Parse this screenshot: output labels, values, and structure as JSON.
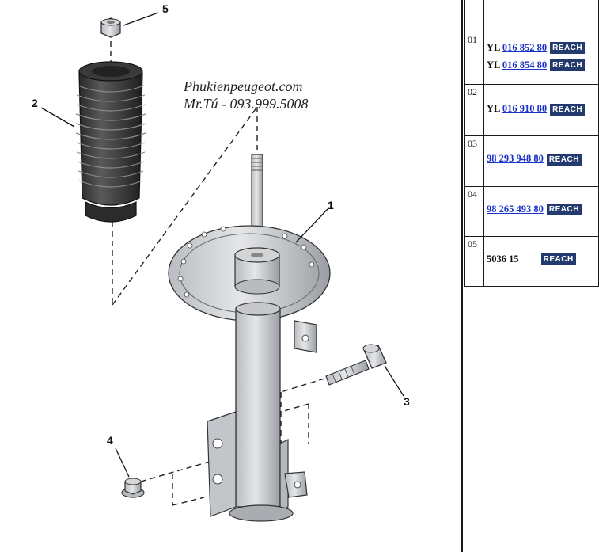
{
  "watermark": {
    "site": "Phukienpeugeot.com",
    "contact": "Mr.Tú - 093.999.5008"
  },
  "callouts": [
    "5",
    "2",
    "1",
    "3",
    "4"
  ],
  "parts": [
    {
      "index": "01",
      "lines": [
        {
          "prefix": "YL",
          "ref": "016 852 80",
          "badge": "REACH",
          "link": true
        },
        {
          "prefix": "YL",
          "ref": "016 854 80",
          "badge": "REACH",
          "link": true
        }
      ]
    },
    {
      "index": "02",
      "lines": [
        {
          "prefix": "YL",
          "ref": "016 910 80",
          "badge": "REACH",
          "link": true
        }
      ]
    },
    {
      "index": "03",
      "lines": [
        {
          "prefix": "",
          "ref": "98 293 948 80",
          "badge": "REACH",
          "link": true
        }
      ]
    },
    {
      "index": "04",
      "lines": [
        {
          "prefix": "",
          "ref": "98 265 493 80",
          "badge": "REACH",
          "link": true
        }
      ]
    },
    {
      "index": "05",
      "lines": [
        {
          "prefix": "",
          "ref": "5036 15",
          "badge": "REACH",
          "link": false
        }
      ]
    }
  ]
}
